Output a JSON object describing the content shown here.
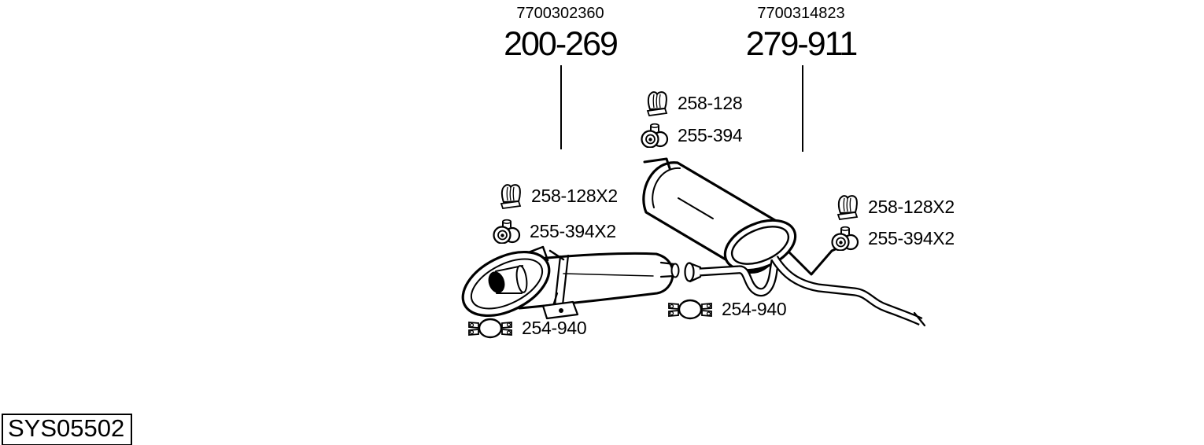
{
  "colors": {
    "background": "#ffffff",
    "ink": "#000000"
  },
  "systems": [
    {
      "oe_ref": "7700302360",
      "part_number": "200-269"
    },
    {
      "oe_ref": "7700314823",
      "part_number": "279-911"
    }
  ],
  "fittings": [
    {
      "part": "258-128",
      "icon": "rubber-strap-hanger"
    },
    {
      "part": "255-394",
      "icon": "rubber-mount"
    },
    {
      "part": "258-128X2",
      "icon": "rubber-strap-hanger"
    },
    {
      "part": "255-394X2",
      "icon": "rubber-mount"
    },
    {
      "part": "258-128X2",
      "icon": "rubber-strap-hanger"
    },
    {
      "part": "255-394X2",
      "icon": "rubber-mount"
    },
    {
      "part": "254-940",
      "icon": "pipe-clamp"
    },
    {
      "part": "254-940",
      "icon": "pipe-clamp"
    }
  ],
  "drawing": {
    "left_component": "centre-silencer",
    "right_component": "rear-silencer-with-tailpipe"
  },
  "footer": {
    "system_code": "SYS05502"
  }
}
